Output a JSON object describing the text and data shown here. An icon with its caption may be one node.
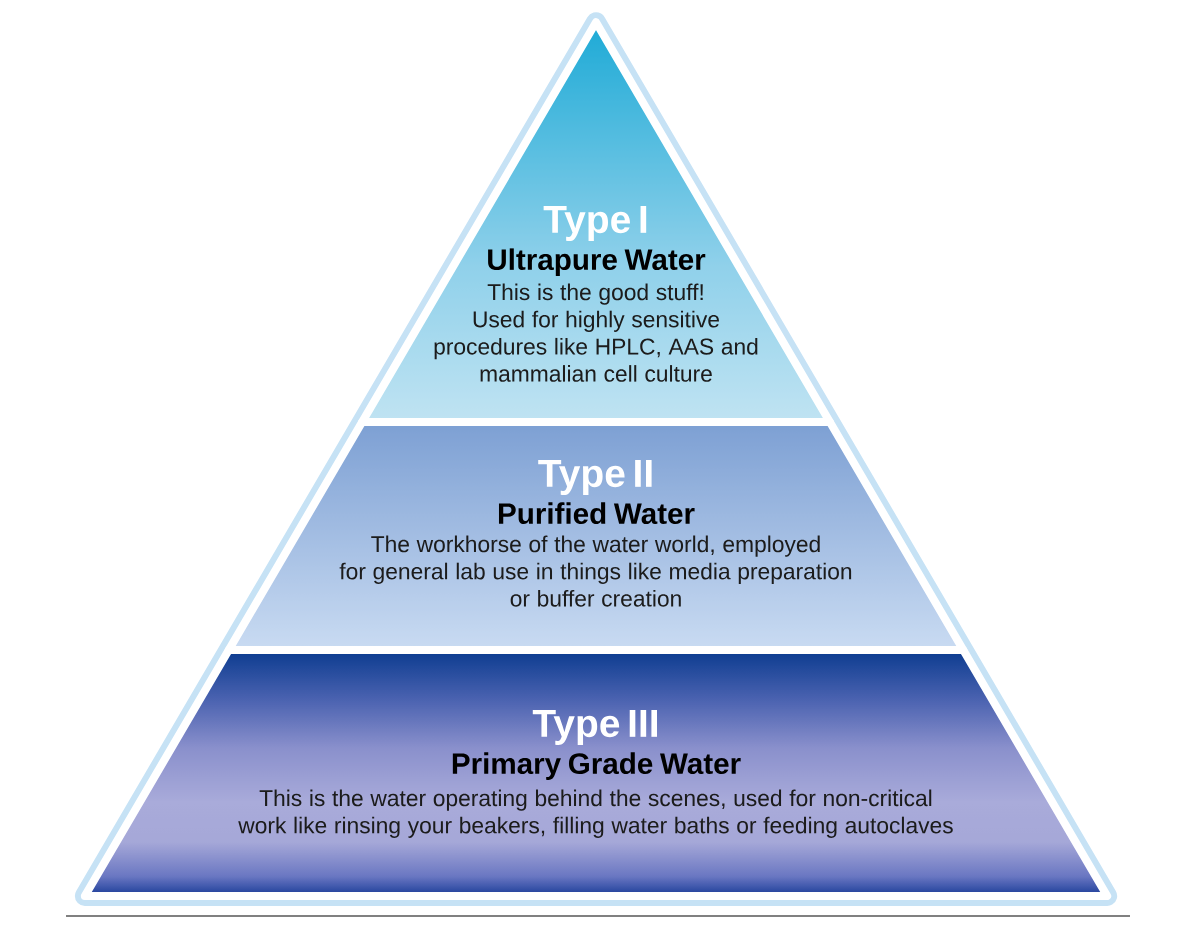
{
  "diagram": {
    "nodes": [
      {
        "text": [
          "Type I",
          "Ultrapure Water",
          "This is the good stuff!",
          "Used for highly sensitive procedures like HPLC, AAS and mammalian cell culture"
        ]
      },
      {
        "text": [
          "Type II",
          "Purified Water",
          "The workhorse of the water world, employed for general lab use in things like media preparation or buffer creation"
        ]
      },
      {
        "text": [
          "Type III",
          "Primary Grade Water",
          "This is the water operating behind the scenes, used for non-critical work like rinsing your beakers, filling water baths or feeding autoclaves"
        ]
      }
    ]
  }
}
